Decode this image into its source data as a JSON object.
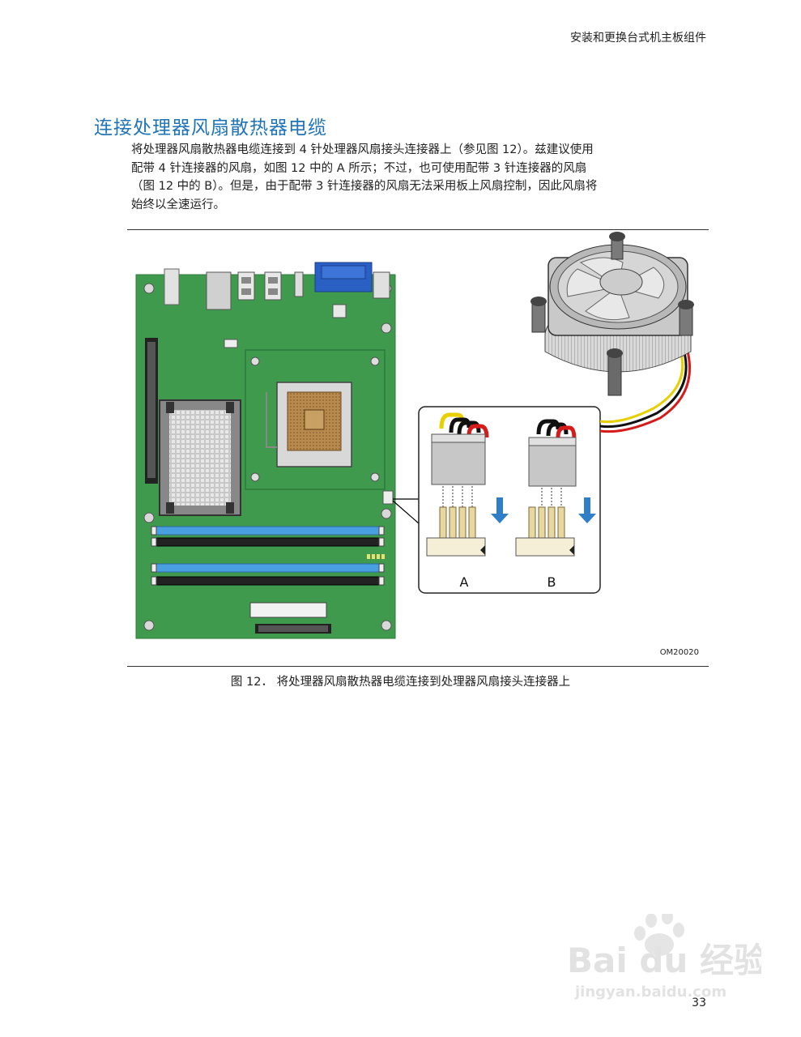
{
  "header": {
    "text": "安装和更换台式机主板组件"
  },
  "section_title": "连接处理器风扇散热器电缆",
  "body_lines": [
    "将处理器风扇散热器电缆连接到 4 针处理器风扇接头连接器上（参见图 12）。兹建议使用",
    "配带 4 针连接器的风扇，如图 12 中的 A 所示；不过，也可使用配带 3 针连接器的风扇",
    "（图 12 中的 B）。但是，由于配带 3 针连接器的风扇无法采用板上风扇控制，因此风扇将",
    "始终以全速运行。"
  ],
  "figure": {
    "label_a": "A",
    "label_b": "B",
    "code": "OM20020",
    "caption": "图 12．  将处理器风扇散热器电缆连接到处理器风扇接头连接器上"
  },
  "page_number": "33",
  "watermark": {
    "logo": "Baidu经验",
    "url": "jingyan.baidu.com"
  },
  "colors": {
    "title": "#1f74b8",
    "board": "#3f9a4e",
    "dimm_blue": "#4a9fe0",
    "arrow": "#2f7fc8"
  }
}
